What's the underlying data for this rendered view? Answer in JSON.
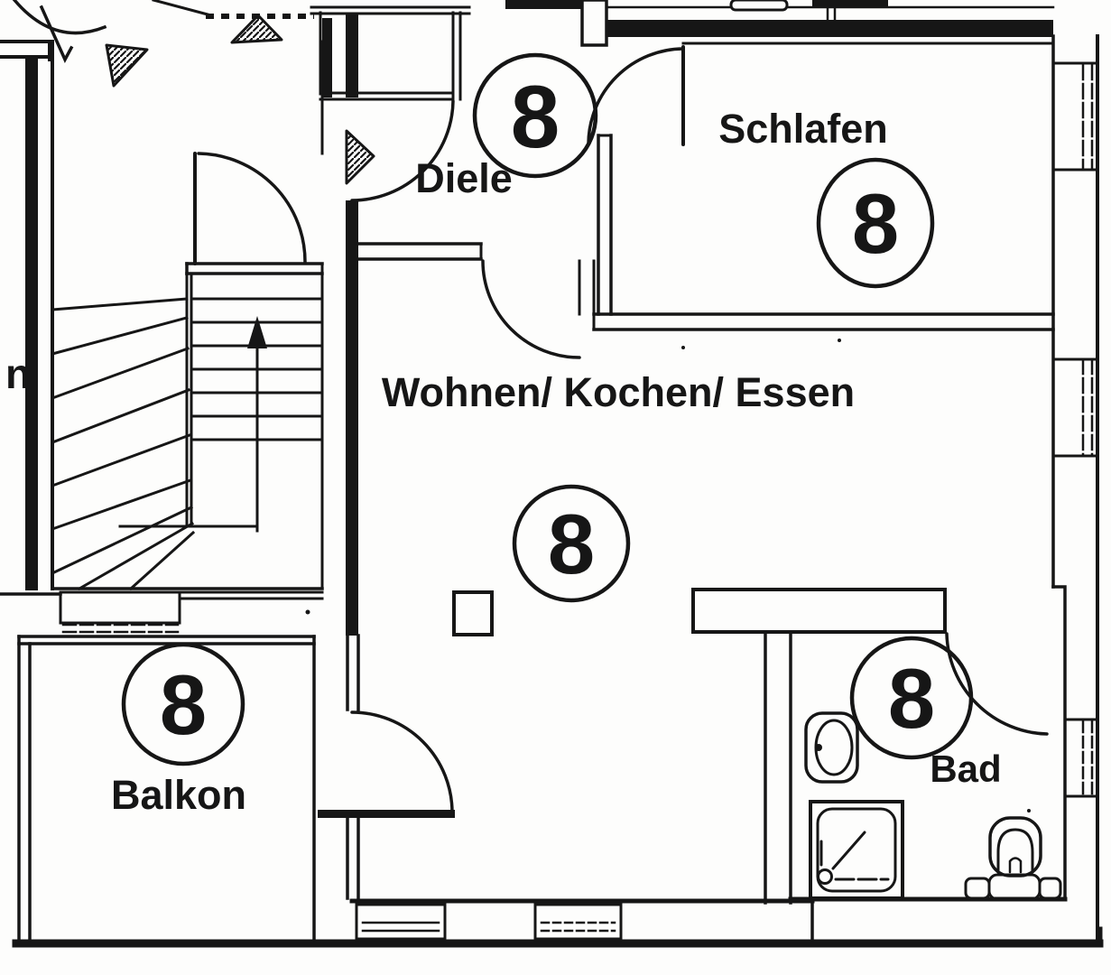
{
  "unit": {
    "number": "8"
  },
  "rooms": {
    "diele": {
      "label": "Diele"
    },
    "schlafen": {
      "label": "Schlafen"
    },
    "wohnen": {
      "label": "Wohnen/ Kochen/ Essen"
    },
    "balkon": {
      "label": "Balkon"
    },
    "bad": {
      "label": "Bad"
    }
  },
  "fragments": {
    "left_edge_text": "n"
  },
  "icons": {
    "up_arrow": "stairs-up-arrow",
    "sink": "washbasin",
    "shower": "shower-tray",
    "toilet": "wc-toilet",
    "hatch_triangle": "section-marker-triangle"
  },
  "colors": {
    "ink": "#161616",
    "paper": "#fdfdfc"
  }
}
